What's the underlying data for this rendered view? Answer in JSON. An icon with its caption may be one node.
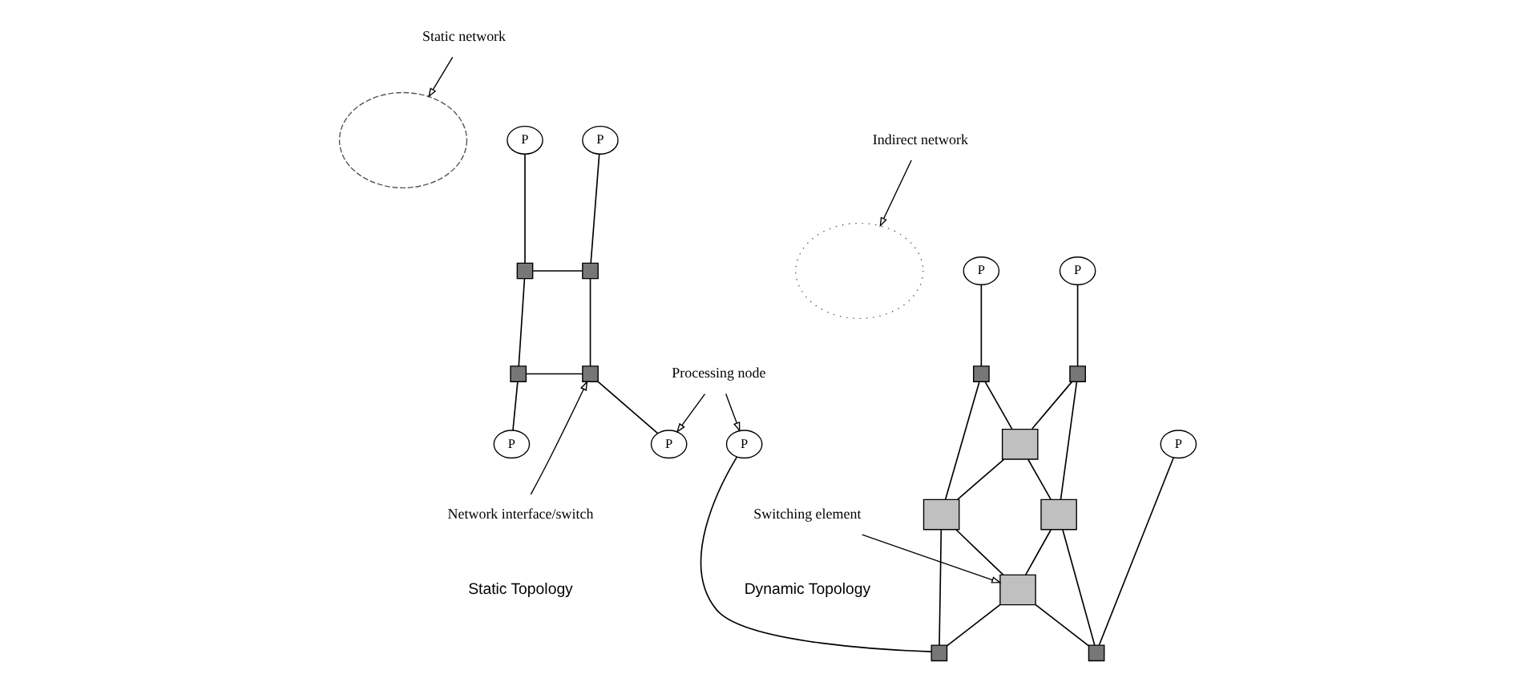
{
  "diagram": {
    "nodes": [
      {
        "text": [
          "Static network"
        ]
      },
      {
        "text": [],
        "shape": "circle"
      },
      {
        "text": [
          "P"
        ]
      },
      {
        "text": [],
        "shape": "box"
      },
      {
        "text": [],
        "shape": "box"
      },
      {
        "text": [
          "P"
        ]
      },
      {
        "text": [],
        "shape": "box"
      },
      {
        "text": [],
        "shape": "box"
      },
      {
        "text": [
          "P"
        ]
      },
      {
        "text": [
          "P"
        ]
      },
      {
        "text": [
          "Network interface/switch"
        ]
      },
      {
        "text": [
          "Processing node"
        ]
      },
      {
        "text": [
          "Indirect network"
        ]
      },
      {
        "text": [],
        "shape": "circle"
      },
      {
        "text": [
          "P"
        ]
      },
      {
        "text": [],
        "shape": "box"
      },
      {
        "text": [],
        "shape": "box"
      },
      {
        "text": [
          "P"
        ]
      },
      {
        "text": [],
        "shape": "box"
      },
      {
        "text": [],
        "shape": "box"
      },
      {
        "text": [],
        "shape": "box"
      },
      {
        "text": [],
        "shape": "box"
      },
      {
        "text": [],
        "shape": "box"
      },
      {
        "text": [],
        "shape": "box"
      },
      {
        "text": [
          "P"
        ]
      },
      {
        "text": [
          "P"
        ]
      },
      {
        "text": [
          "Switching element"
        ]
      }
    ],
    "edges": [
      {
        "from": 0,
        "to": 1,
        "arrow": "to"
      },
      {
        "from": 2,
        "to": 3,
        "arrow": "none"
      },
      {
        "from": 5,
        "to": 4,
        "arrow": "none"
      },
      {
        "from": 3,
        "to": 4,
        "arrow": "none"
      },
      {
        "from": 3,
        "to": 6,
        "arrow": "none"
      },
      {
        "from": 4,
        "to": 7,
        "arrow": "none"
      },
      {
        "from": 6,
        "to": 7,
        "arrow": "none"
      },
      {
        "from": 6,
        "to": 8,
        "arrow": "none"
      },
      {
        "from": 7,
        "to": 9,
        "arrow": "none"
      },
      {
        "from": 10,
        "to": 7,
        "arrow": "to"
      },
      {
        "from": 11,
        "to": 9,
        "arrow": "to"
      },
      {
        "from": 11,
        "to": 24,
        "arrow": "to"
      },
      {
        "from": 12,
        "to": 13,
        "arrow": "to"
      },
      {
        "from": 14,
        "to": 15,
        "arrow": "none"
      },
      {
        "from": 17,
        "to": 16,
        "arrow": "none"
      },
      {
        "from": 15,
        "to": 18,
        "arrow": "none"
      },
      {
        "from": 15,
        "to": 19,
        "arrow": "none"
      },
      {
        "from": 16,
        "to": 18,
        "arrow": "none"
      },
      {
        "from": 16,
        "to": 20,
        "arrow": "none"
      },
      {
        "from": 18,
        "to": 19,
        "arrow": "none"
      },
      {
        "from": 18,
        "to": 20,
        "arrow": "none"
      },
      {
        "from": 19,
        "to": 21,
        "arrow": "none"
      },
      {
        "from": 20,
        "to": 21,
        "arrow": "none"
      },
      {
        "from": 19,
        "to": 22,
        "arrow": "none"
      },
      {
        "from": 21,
        "to": 22,
        "arrow": "none"
      },
      {
        "from": 20,
        "to": 23,
        "arrow": "none"
      },
      {
        "from": 21,
        "to": 23,
        "arrow": "none"
      },
      {
        "from": 22,
        "to": 24,
        "arrow": "none"
      },
      {
        "from": 23,
        "to": 25,
        "arrow": "none"
      },
      {
        "from": 26,
        "to": 21,
        "arrow": "to"
      }
    ],
    "labels": [
      "Static Topology",
      "Dynamic Topology"
    ]
  }
}
